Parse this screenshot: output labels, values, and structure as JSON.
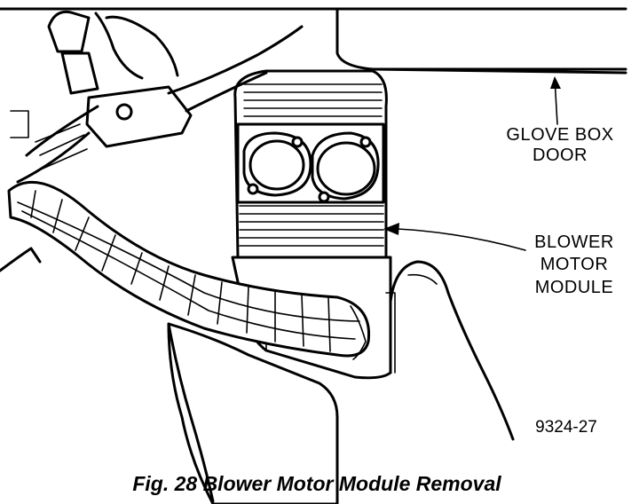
{
  "labels": {
    "glove_box_door": [
      "GLOVE BOX",
      "DOOR"
    ],
    "blower_motor_module": [
      "BLOWER",
      "MOTOR",
      "MODULE"
    ]
  },
  "figure_code": "9324-27",
  "caption": "Fig. 28 Blower Motor Module Removal"
}
